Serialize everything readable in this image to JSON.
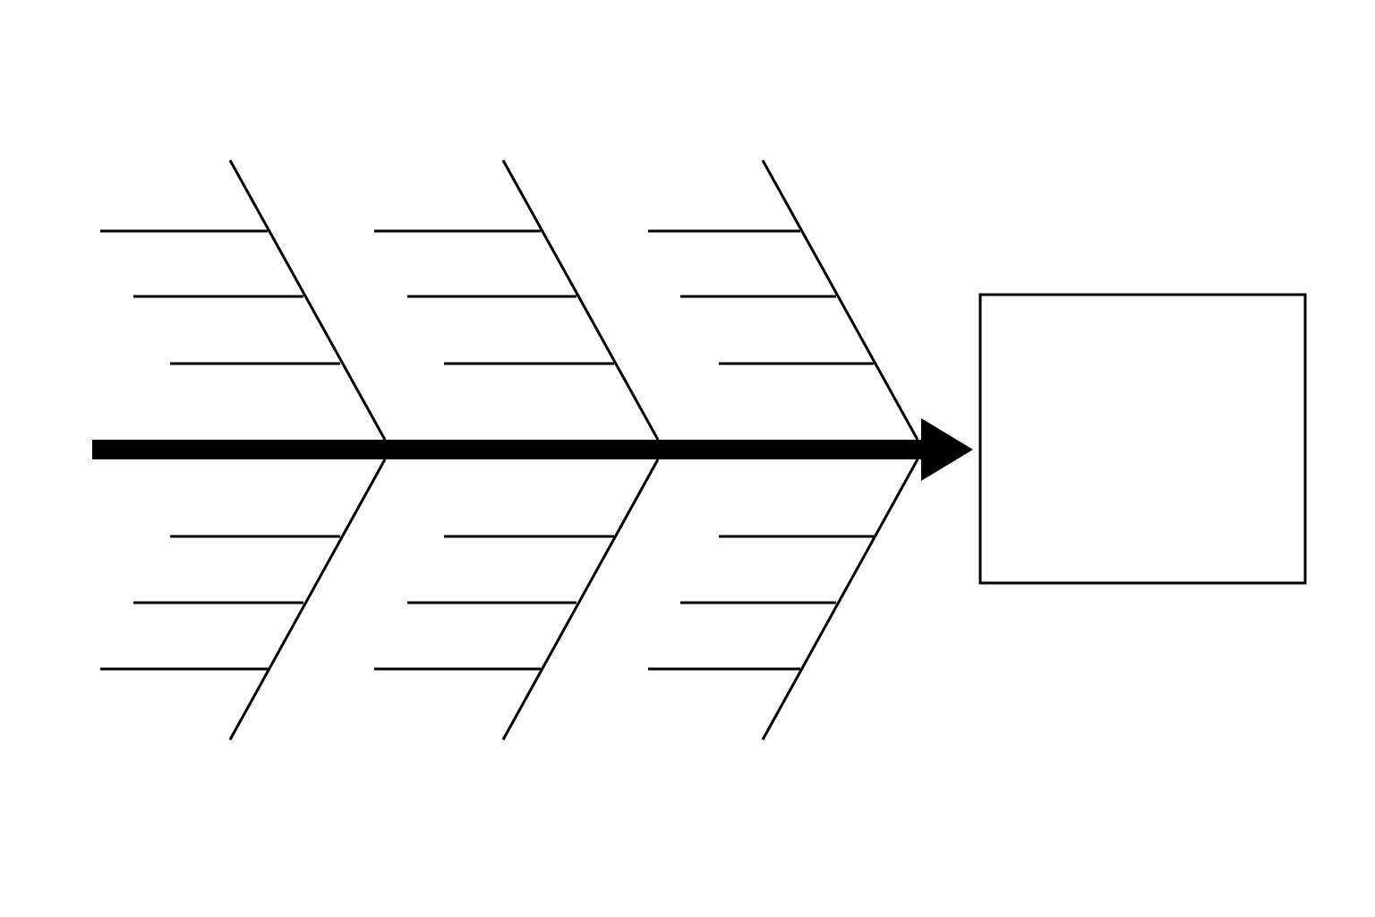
{
  "diagram": {
    "type": "fishbone",
    "colors": {
      "background": "#ffffff",
      "line": "#000000",
      "spine": "#000000"
    },
    "spine": {
      "direction": "left-to-right",
      "arrowhead": true
    },
    "bones": [
      {
        "side": "top",
        "ribs": 3
      },
      {
        "side": "top",
        "ribs": 3
      },
      {
        "side": "top",
        "ribs": 3
      },
      {
        "side": "bottom",
        "ribs": 3
      },
      {
        "side": "bottom",
        "ribs": 3
      },
      {
        "side": "bottom",
        "ribs": 3
      }
    ],
    "effect_box": {
      "text": ""
    }
  }
}
